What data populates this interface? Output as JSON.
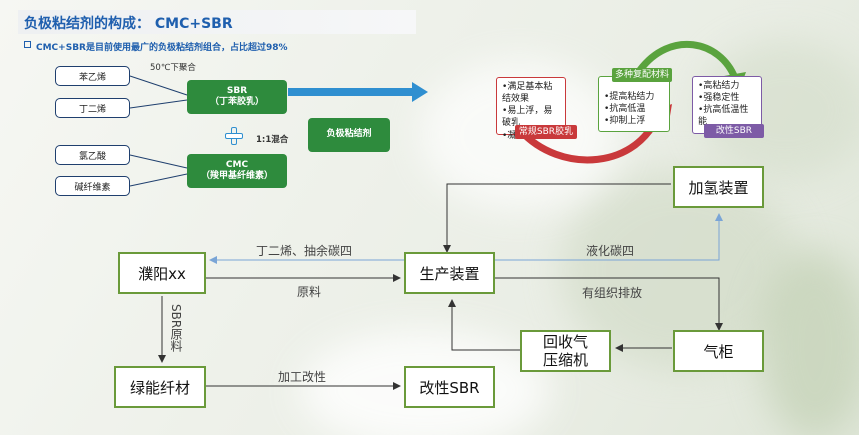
{
  "header": {
    "title": "负极粘结剂的构成： CMC+SBR",
    "subtitle": "CMC+SBR是目前使用最广的负极粘结剂组合，占比超过98%"
  },
  "composition": {
    "inputs": [
      "苯乙烯",
      "丁二烯",
      "氯乙酸",
      "碱纤维素"
    ],
    "condition": "50℃下聚合",
    "sbr_box": [
      "SBR",
      "（丁苯胶乳）"
    ],
    "cmc_box": [
      "CMC",
      "（羧甲基纤维素）"
    ],
    "mix_label": "1:1混合",
    "result": "负极粘结剂"
  },
  "evolution": {
    "stages": [
      {
        "tag": "常规SBR胶乳",
        "items": [
          "满足基本粘结效果",
          "易上浮，易破乳",
          "凝"
        ],
        "color": "#c9393b"
      },
      {
        "tag": "多种复配材料",
        "items": [
          "提高粘结力",
          "抗高低温",
          "抑制上浮"
        ],
        "color": "#5aa33e"
      },
      {
        "tag": "改性SBR",
        "items": [
          "高粘结力",
          "强稳定性",
          "抗高低温性能"
        ],
        "color": "#7d5ba6"
      }
    ]
  },
  "flow": {
    "nodes": {
      "puyang": "濮阳xx",
      "production": "生产装置",
      "hydrogenation": "加氢装置",
      "gas_holder": "气柜",
      "compressor": [
        "回收气",
        "压缩机"
      ],
      "green_fiber": "绿能纤材",
      "modified_sbr": "改性SBR"
    },
    "edges": {
      "butadiene_c4": "丁二烯、抽余碳四",
      "raw_material": "原料",
      "liquefied_c4": "液化碳四",
      "organized_emission": "有组织排放",
      "sbr_raw": "SBR原料",
      "processing_mod": "加工改性"
    }
  },
  "colors": {
    "title_blue": "#1f5fae",
    "green": "#2e8b3d",
    "red": "#c9393b",
    "purple": "#7d5ba6",
    "node_border": "#6a9a3a",
    "flow_blue": "#7aa5d6"
  }
}
